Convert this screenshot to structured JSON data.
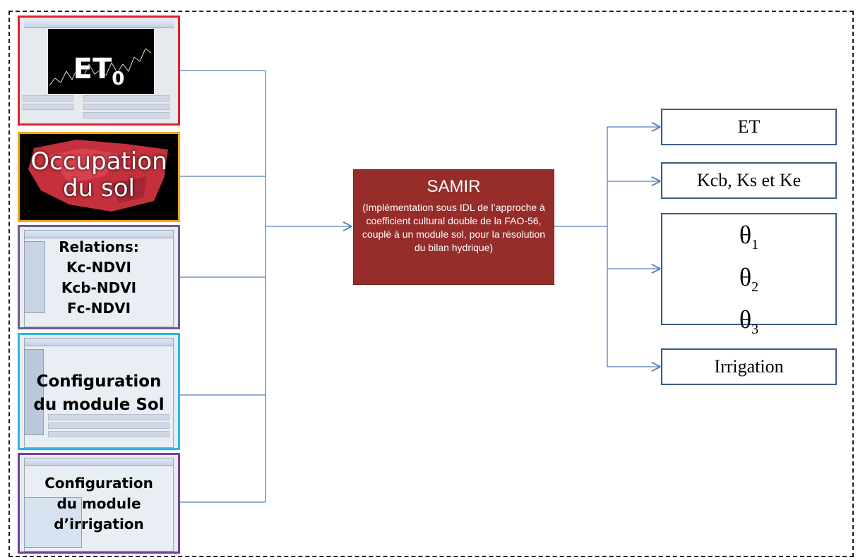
{
  "inputs": {
    "et0": {
      "label_main": "ET",
      "label_sub": "0"
    },
    "occupation": {
      "line1": "Occupation",
      "line2": "du sol"
    },
    "relations": {
      "line1": "Relations:",
      "line2": "Kc-NDVI",
      "line3": "Kcb-NDVI",
      "line4": "Fc-NDVI"
    },
    "sol": {
      "line1": "Configuration",
      "line2": "du module Sol"
    },
    "irrigation": {
      "line1": "Configuration",
      "line2": "du module",
      "line3": "d’irrigation"
    }
  },
  "samir": {
    "title": "SAMIR",
    "description": "(Implémentation sous IDL de l’approche à coefficient cultural double de la FAO-56, couplé à un module sol, pour la résolution du bilan hydrique)"
  },
  "outputs": {
    "et": "ET",
    "coefficients": "Kcb, Ks et Ke",
    "theta": [
      {
        "symbol": "θ",
        "sub": "1"
      },
      {
        "symbol": "θ",
        "sub": "2"
      },
      {
        "symbol": "θ",
        "sub": "3"
      }
    ],
    "irrigation": "Irrigation"
  },
  "colors": {
    "connector": "#4f81bd",
    "samir_fill": "#962d2a",
    "output_border": "#3d5c85",
    "et0_border": "#e5202a",
    "occupation_border": "#f0a818",
    "relations_border": "#6e5a8e",
    "sol_border": "#2fb5e0",
    "irrigation_border": "#7040a0"
  }
}
